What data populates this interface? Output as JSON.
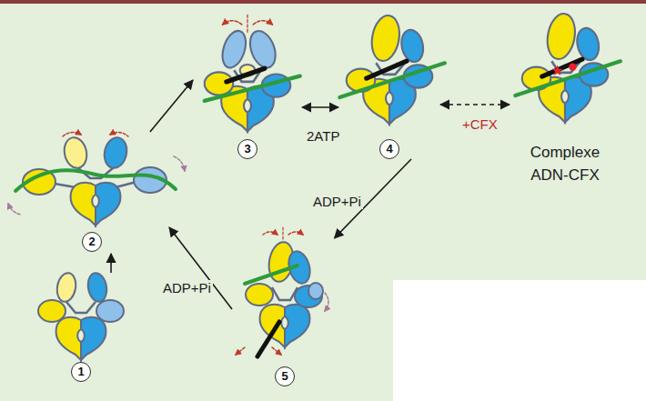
{
  "diagram": {
    "nodes": [
      {
        "text": [
          "1"
        ]
      },
      {
        "text": [
          "2"
        ]
      },
      {
        "text": [
          "3"
        ]
      },
      {
        "text": [
          "4"
        ]
      },
      {
        "text": [
          "Complexe ADN-CFX"
        ]
      },
      {
        "text": [
          "5"
        ]
      }
    ],
    "edges": [
      {
        "from": 0,
        "to": 1,
        "arrow": "to"
      },
      {
        "from": 1,
        "to": 2,
        "arrow": "to"
      },
      {
        "from": 2,
        "to": 3,
        "arrow": "both",
        "label": "2ATP"
      },
      {
        "from": 3,
        "to": 4,
        "arrow": "both",
        "label": "+CFX"
      },
      {
        "from": 3,
        "to": 5,
        "arrow": "to",
        "label": "ADP+Pi"
      },
      {
        "from": 5,
        "to": 1,
        "arrow": "to",
        "label": "ADP+Pi"
      }
    ]
  }
}
